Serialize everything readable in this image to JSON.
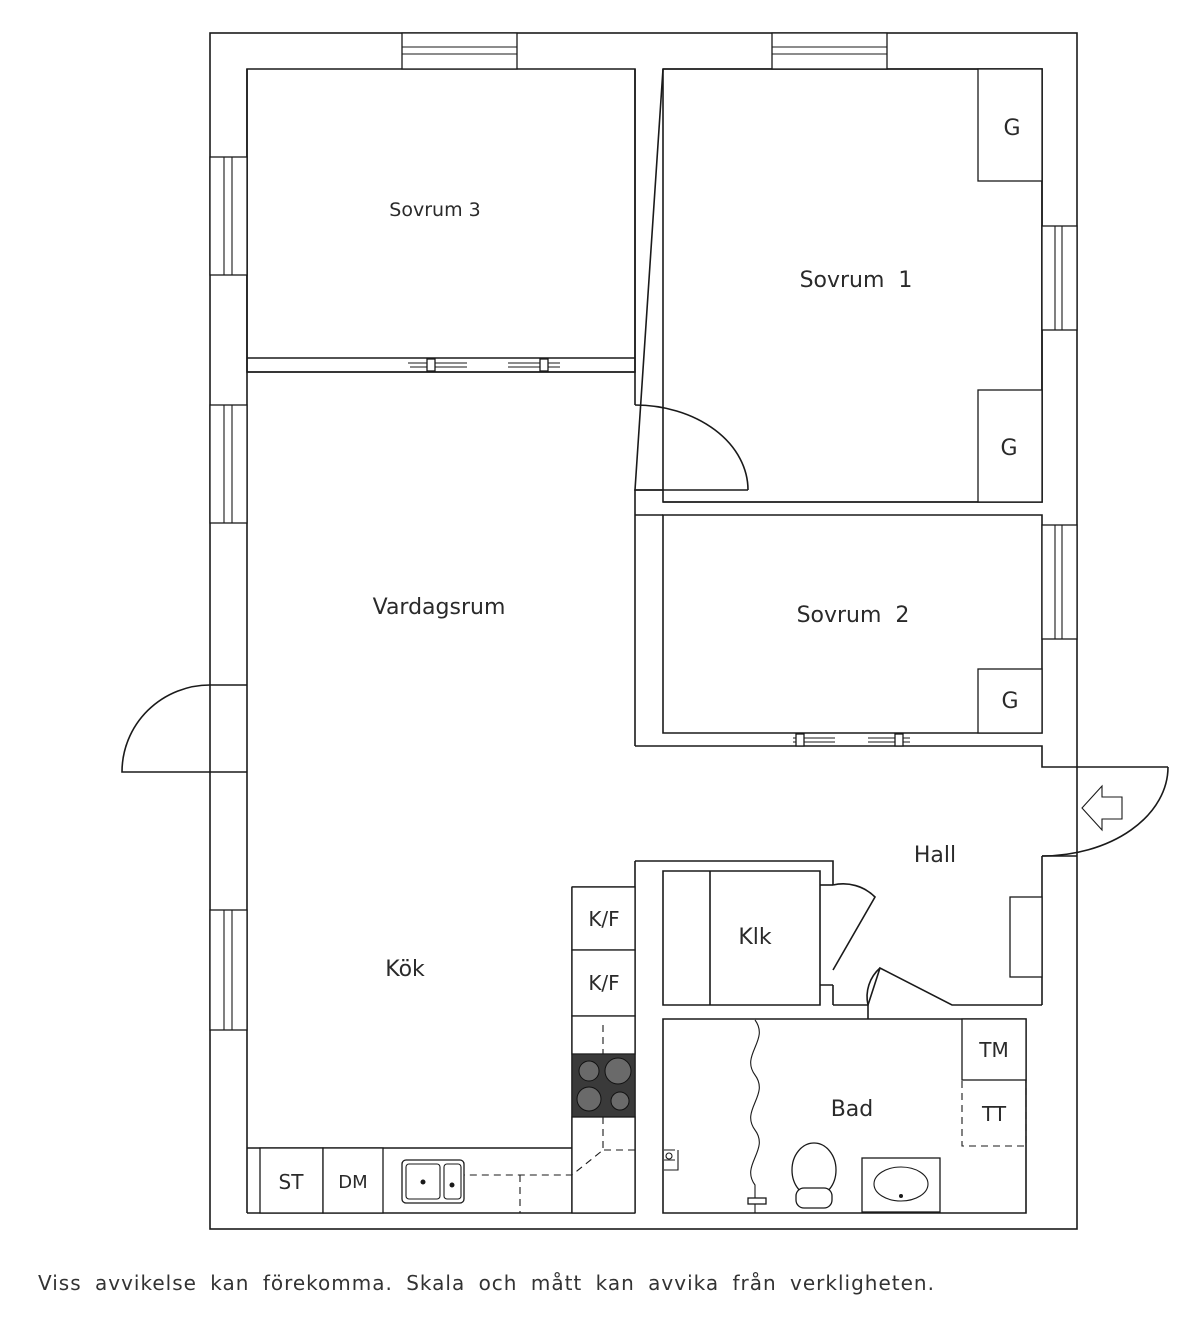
{
  "rooms": {
    "sovrum3": "Sovrum 3",
    "sovrum1": "Sovrum  1",
    "sovrum2": "Sovrum  2",
    "vardagsrum": "Vardagsrum",
    "kok": "Kök",
    "hall": "Hall",
    "klk": "Klk",
    "bad": "Bad"
  },
  "fixtures": {
    "wardrobe": "G",
    "fridge_freezer": "K/F",
    "stove_counter": "ST",
    "dishwasher": "DM",
    "washing_machine": "TM",
    "dryer": "TT"
  },
  "disclaimer": "Viss avvikelse kan förekomma. Skala och mått kan avvika från verkligheten."
}
